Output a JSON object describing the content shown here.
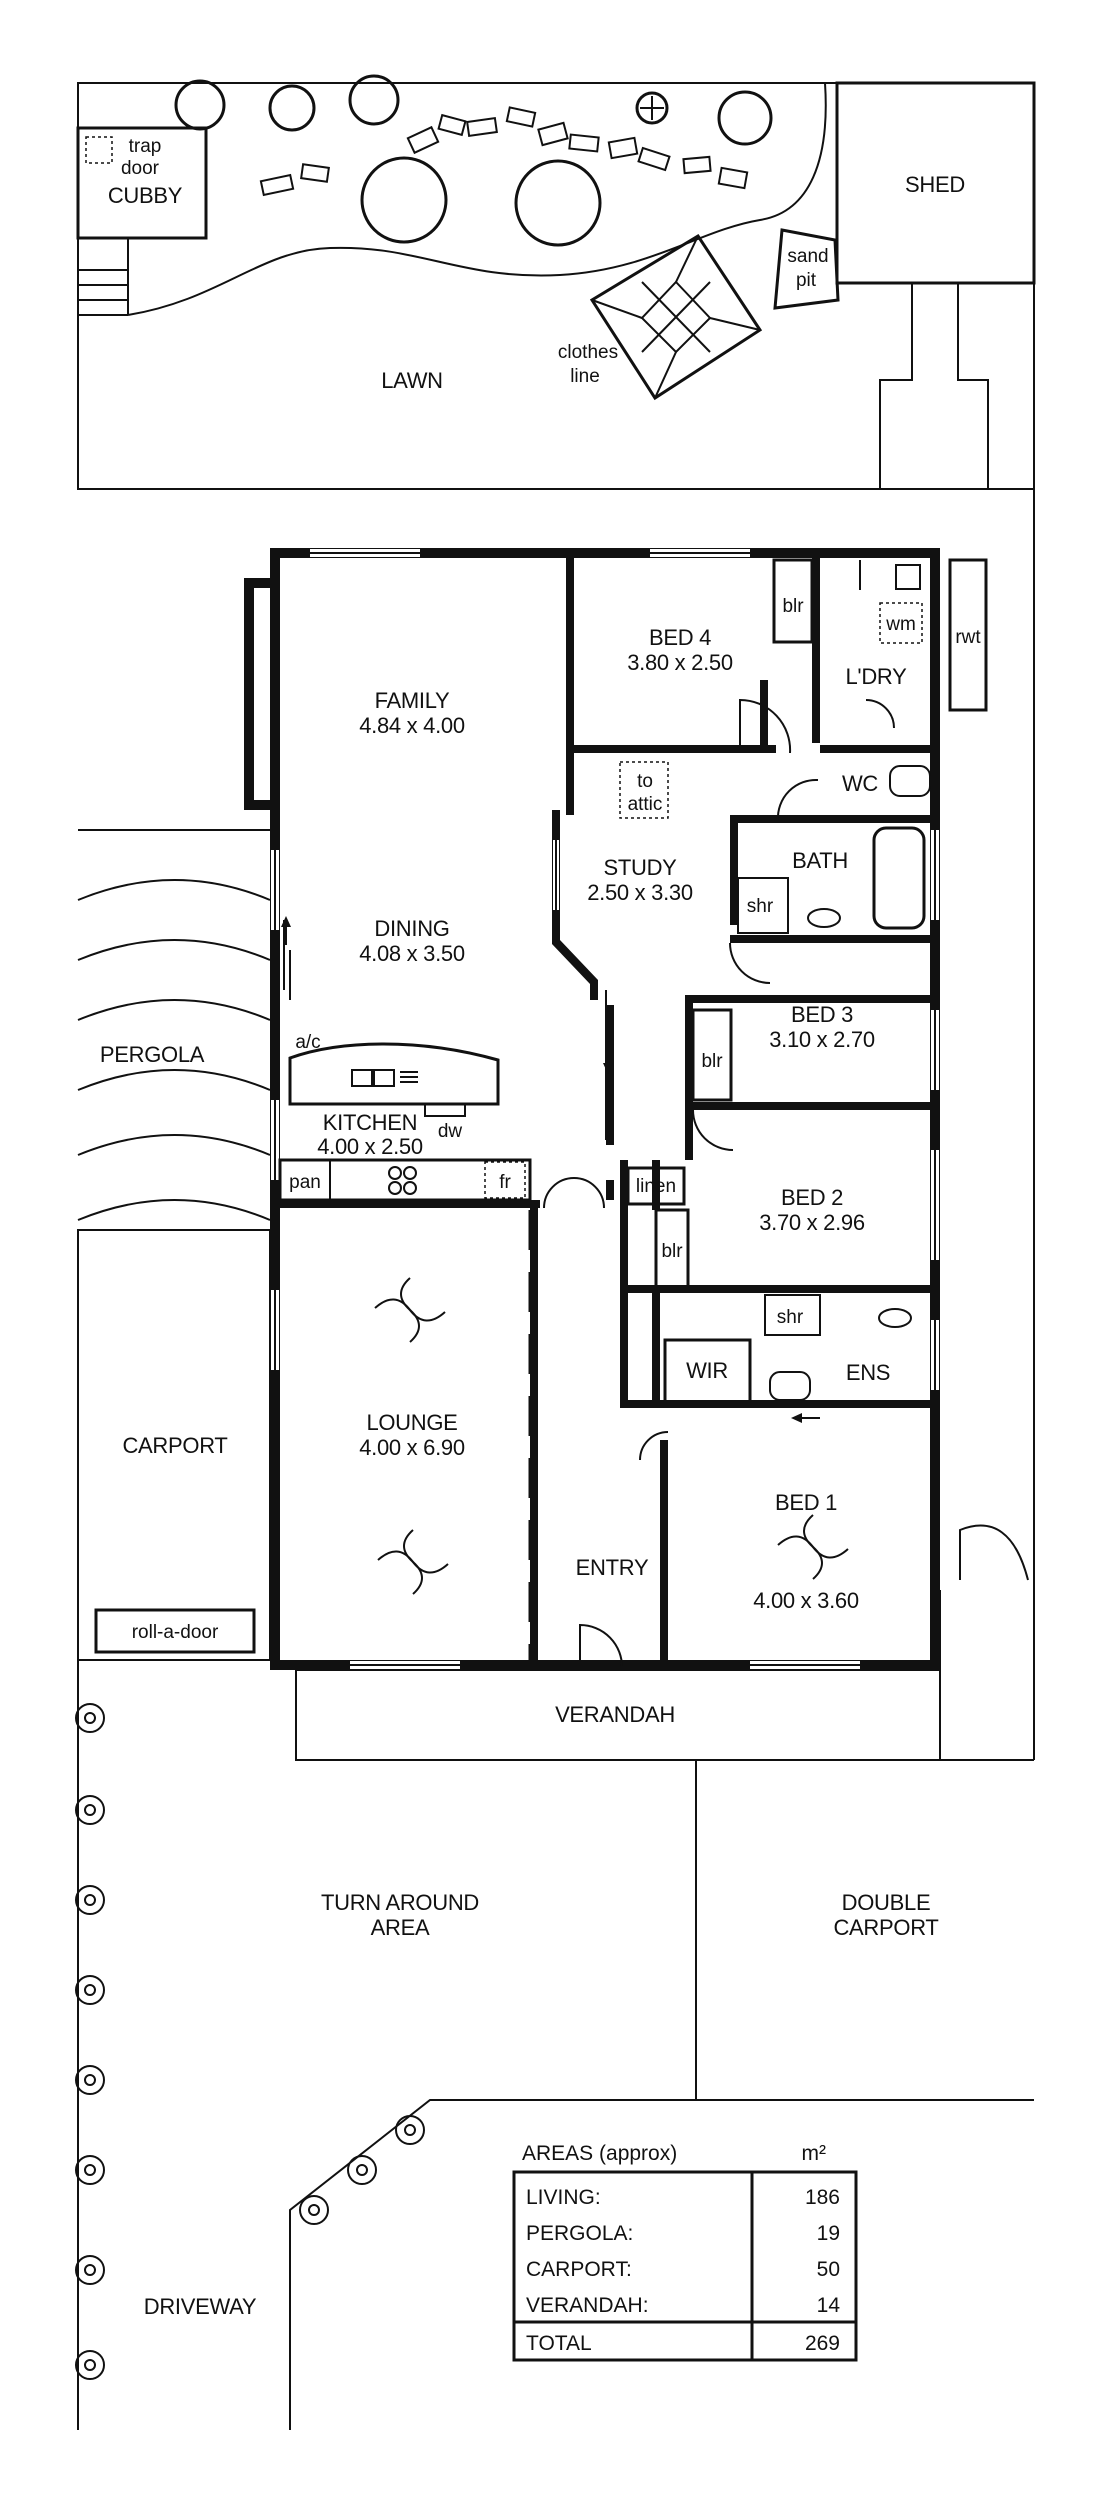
{
  "areas": {
    "lawn": "LAWN",
    "cubby": "CUBBY",
    "trap_door_1": "trap",
    "trap_door_2": "door",
    "shed": "SHED",
    "sand_pit_1": "sand",
    "sand_pit_2": "pit",
    "clothes_line_1": "clothes",
    "clothes_line_2": "line",
    "pergola": "PERGOLA",
    "carport": "CARPORT",
    "roll_a_door": "roll-a-door",
    "verandah": "VERANDAH",
    "turn_around_1": "TURN AROUND",
    "turn_around_2": "AREA",
    "double_carport_1": "DOUBLE",
    "double_carport_2": "CARPORT",
    "driveway": "DRIVEWAY",
    "rwt": "rwt"
  },
  "rooms": {
    "family": {
      "name": "FAMILY",
      "size": "4.84 x 4.00"
    },
    "dining": {
      "name": "DINING",
      "size": "4.08 x 3.50"
    },
    "kitchen": {
      "name": "KITCHEN",
      "size": "4.00 x 2.50"
    },
    "lounge": {
      "name": "LOUNGE",
      "size": "4.00 x 6.90"
    },
    "entry": {
      "name": "ENTRY"
    },
    "bed4": {
      "name": "BED 4",
      "size": "3.80 x 2.50"
    },
    "study": {
      "name": "STUDY",
      "size": "2.50 x 3.30"
    },
    "bed3": {
      "name": "BED 3",
      "size": "3.10 x 2.70"
    },
    "bed2": {
      "name": "BED 2",
      "size": "3.70 x 2.96"
    },
    "bed1": {
      "name": "BED 1",
      "size": "4.00 x 3.60"
    },
    "bath": {
      "name": "BATH"
    },
    "ldry": {
      "name": "L'DRY"
    },
    "wc": {
      "name": "WC"
    },
    "ens": {
      "name": "ENS"
    },
    "wir": {
      "name": "WIR"
    }
  },
  "fixtures": {
    "blr": "blr",
    "wm": "wm",
    "shr": "shr",
    "linen": "linen",
    "to_attic_1": "to",
    "to_attic_2": "attic",
    "ac": "a/c",
    "dw": "dw",
    "pan": "pan",
    "fr": "fr"
  },
  "areas_table": {
    "title": "AREAS (approx)",
    "unit": "m²",
    "rows": [
      {
        "label": "LIVING:",
        "value": "186"
      },
      {
        "label": "PERGOLA:",
        "value": "19"
      },
      {
        "label": "CARPORT:",
        "value": "50"
      },
      {
        "label": "VERANDAH:",
        "value": "14"
      }
    ],
    "total_label": "TOTAL",
    "total_value": "269"
  }
}
